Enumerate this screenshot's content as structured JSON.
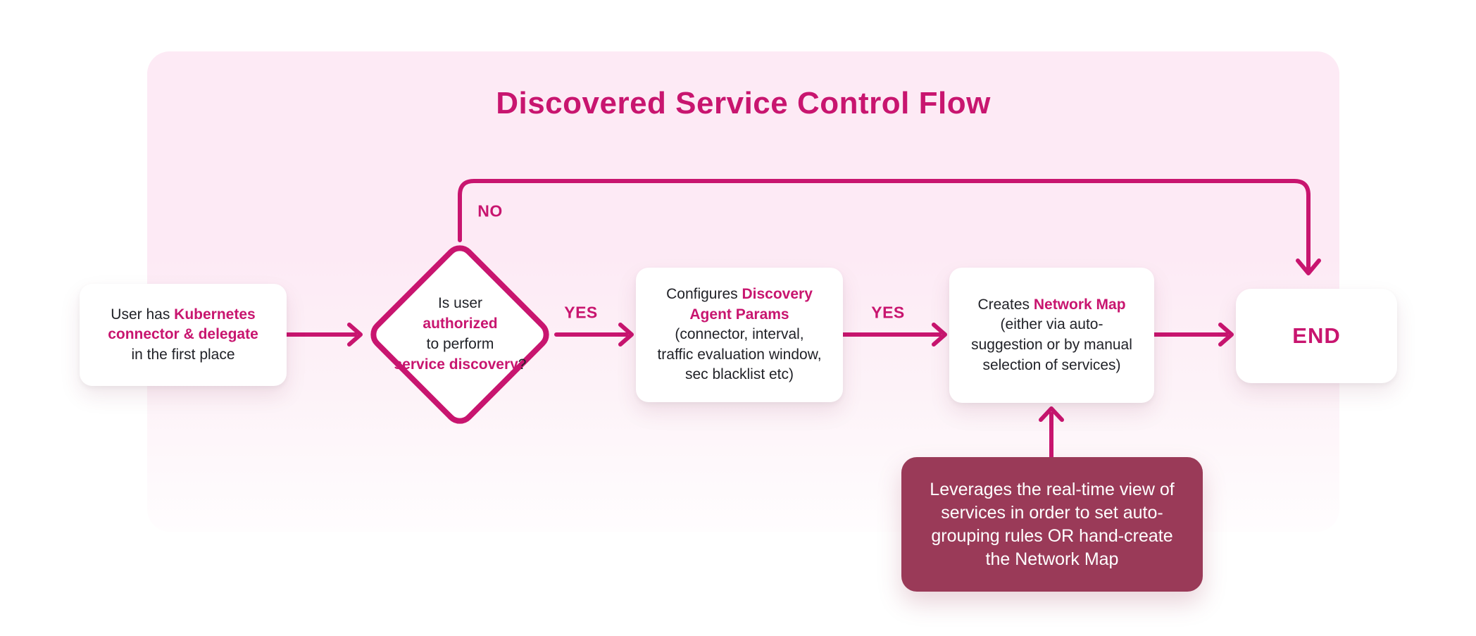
{
  "colors": {
    "accent": "#c8156f",
    "panel_top": "#fdeaf5",
    "panel_bottom": "#fffdfe",
    "note_bg": "#9a3a58",
    "note_text": "#ffffff",
    "text_dark": "#212228",
    "box_bg": "#ffffff"
  },
  "title": "Discovered Service Control Flow",
  "nodes": {
    "start": {
      "segments": [
        {
          "t": "User has ",
          "accent": false
        },
        {
          "t": "Kubernetes\nconnector & delegate",
          "accent": true
        },
        {
          "t": "\nin the first place",
          "accent": false
        }
      ]
    },
    "decision": {
      "segments": [
        {
          "t": "Is user\n",
          "accent": false
        },
        {
          "t": "authorized",
          "accent": true
        },
        {
          "t": "\nto perform\n",
          "accent": false
        },
        {
          "t": "service discovery",
          "accent": true
        },
        {
          "t": "?",
          "accent": false
        }
      ]
    },
    "configure": {
      "segments": [
        {
          "t": "Configures ",
          "accent": false
        },
        {
          "t": "Discovery\nAgent Params",
          "accent": true
        },
        {
          "t": "\n(connector, interval,\ntraffic evaluation window,\nsec blacklist etc)",
          "accent": false
        }
      ]
    },
    "create_map": {
      "segments": [
        {
          "t": "Creates ",
          "accent": false
        },
        {
          "t": "Network Map",
          "accent": true
        },
        {
          "t": "\n(either via auto-\nsuggestion or by manual\nselection of services)",
          "accent": false
        }
      ]
    },
    "end": {
      "label": "END"
    },
    "note": {
      "text": "Leverages the real-time view of\nservices in order to set auto-\ngrouping rules OR hand-create\nthe Network Map"
    }
  },
  "edges": {
    "yes1": "YES",
    "yes2": "YES",
    "no": "NO"
  }
}
